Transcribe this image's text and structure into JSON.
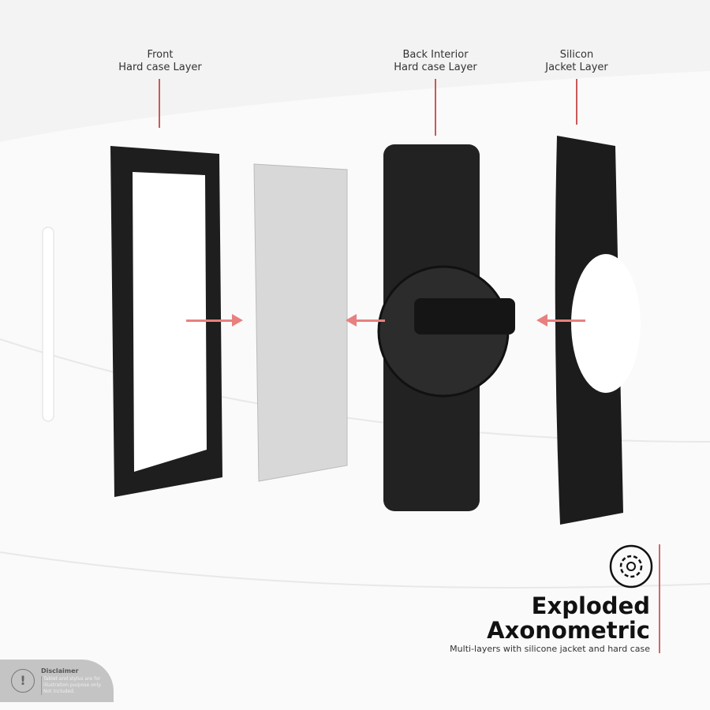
{
  "labels": {
    "front": [
      "Front",
      "Hard case Layer"
    ],
    "back": [
      "Back Interior",
      "Hard case Layer"
    ],
    "silicon": [
      "Silicon",
      "Jacket Layer"
    ]
  },
  "feature": {
    "icon": "gear-icon",
    "title_line1": "Exploded",
    "title_line2": "Axonometric",
    "subtitle": "Multi-layers with silicone jacket and hard case"
  },
  "disclaimer": {
    "icon": "exclamation-icon",
    "title": "Disclaimer",
    "text_lines": [
      "Tablet and stylus are for",
      "illustration purpose only.",
      "Not included."
    ]
  },
  "colors": {
    "accent": "#c85a5a",
    "case": "#1e1e1e",
    "tablet": "#d8d8d8"
  }
}
